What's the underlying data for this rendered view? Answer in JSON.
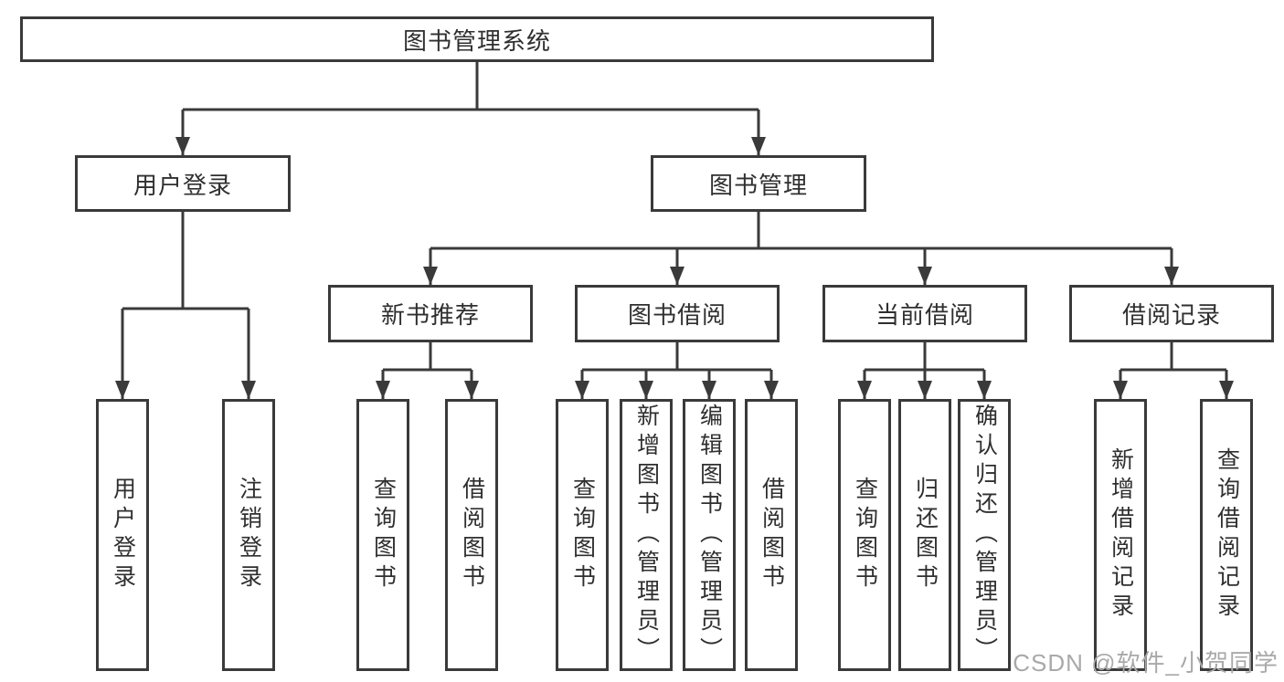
{
  "diagram": {
    "title": "图书管理系统",
    "root": {
      "label": "图书管理系统"
    },
    "branches": [
      {
        "label": "用户登录"
      },
      {
        "label": "图书管理"
      }
    ],
    "modules": [
      {
        "label": "新书推荐"
      },
      {
        "label": "图书借阅"
      },
      {
        "label": "当前借阅"
      },
      {
        "label": "借阅记录"
      }
    ],
    "leaves": [
      {
        "label": "用户登录",
        "parent": "用户登录"
      },
      {
        "label": "注销登录",
        "parent": "用户登录"
      },
      {
        "label": "查询图书",
        "parent": "新书推荐"
      },
      {
        "label": "借阅图书",
        "parent": "新书推荐"
      },
      {
        "label": "查询图书",
        "parent": "图书借阅"
      },
      {
        "label": "新增图书（管理员）",
        "parent": "图书借阅"
      },
      {
        "label": "编辑图书（管理员）",
        "parent": "图书借阅"
      },
      {
        "label": "借阅图书",
        "parent": "图书借阅"
      },
      {
        "label": "查询图书",
        "parent": "当前借阅"
      },
      {
        "label": "归还图书",
        "parent": "当前借阅"
      },
      {
        "label": "确认归还（管理员）",
        "parent": "当前借阅"
      },
      {
        "label": "新增借阅记录",
        "parent": "借阅记录"
      },
      {
        "label": "查询借阅记录",
        "parent": "借阅记录"
      }
    ]
  },
  "watermark": {
    "text": "CSDN @软件_小贺同学"
  },
  "colors": {
    "line": "#3a3a3a",
    "text": "#2f2f2f",
    "watermark": "#a9a9a9",
    "background": "#ffffff"
  }
}
